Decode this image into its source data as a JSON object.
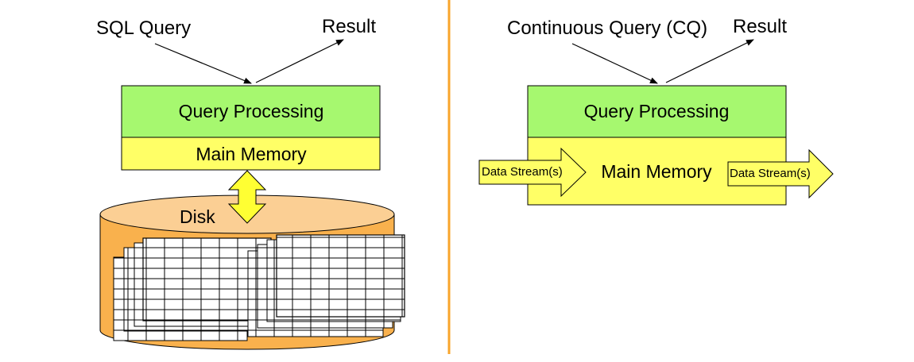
{
  "left": {
    "query_label": "SQL Query",
    "result_label": "Result",
    "processing_label": "Query Processing",
    "memory_label": "Main Memory",
    "disk_label": "Disk"
  },
  "right": {
    "query_label": "Continuous Query (CQ)",
    "result_label": "Result",
    "processing_label": "Query Processing",
    "memory_label": "Main Memory",
    "input_stream_label": "Data Stream(s)",
    "output_stream_label": "Data Stream(s)"
  },
  "colors": {
    "processing_fill": "#a6f86f",
    "memory_fill": "#ffff66",
    "disk_side": "#f9b14d",
    "disk_top": "#fbcf94",
    "divider": "#f9a52b",
    "two_way_arrow": "#ffff33"
  }
}
